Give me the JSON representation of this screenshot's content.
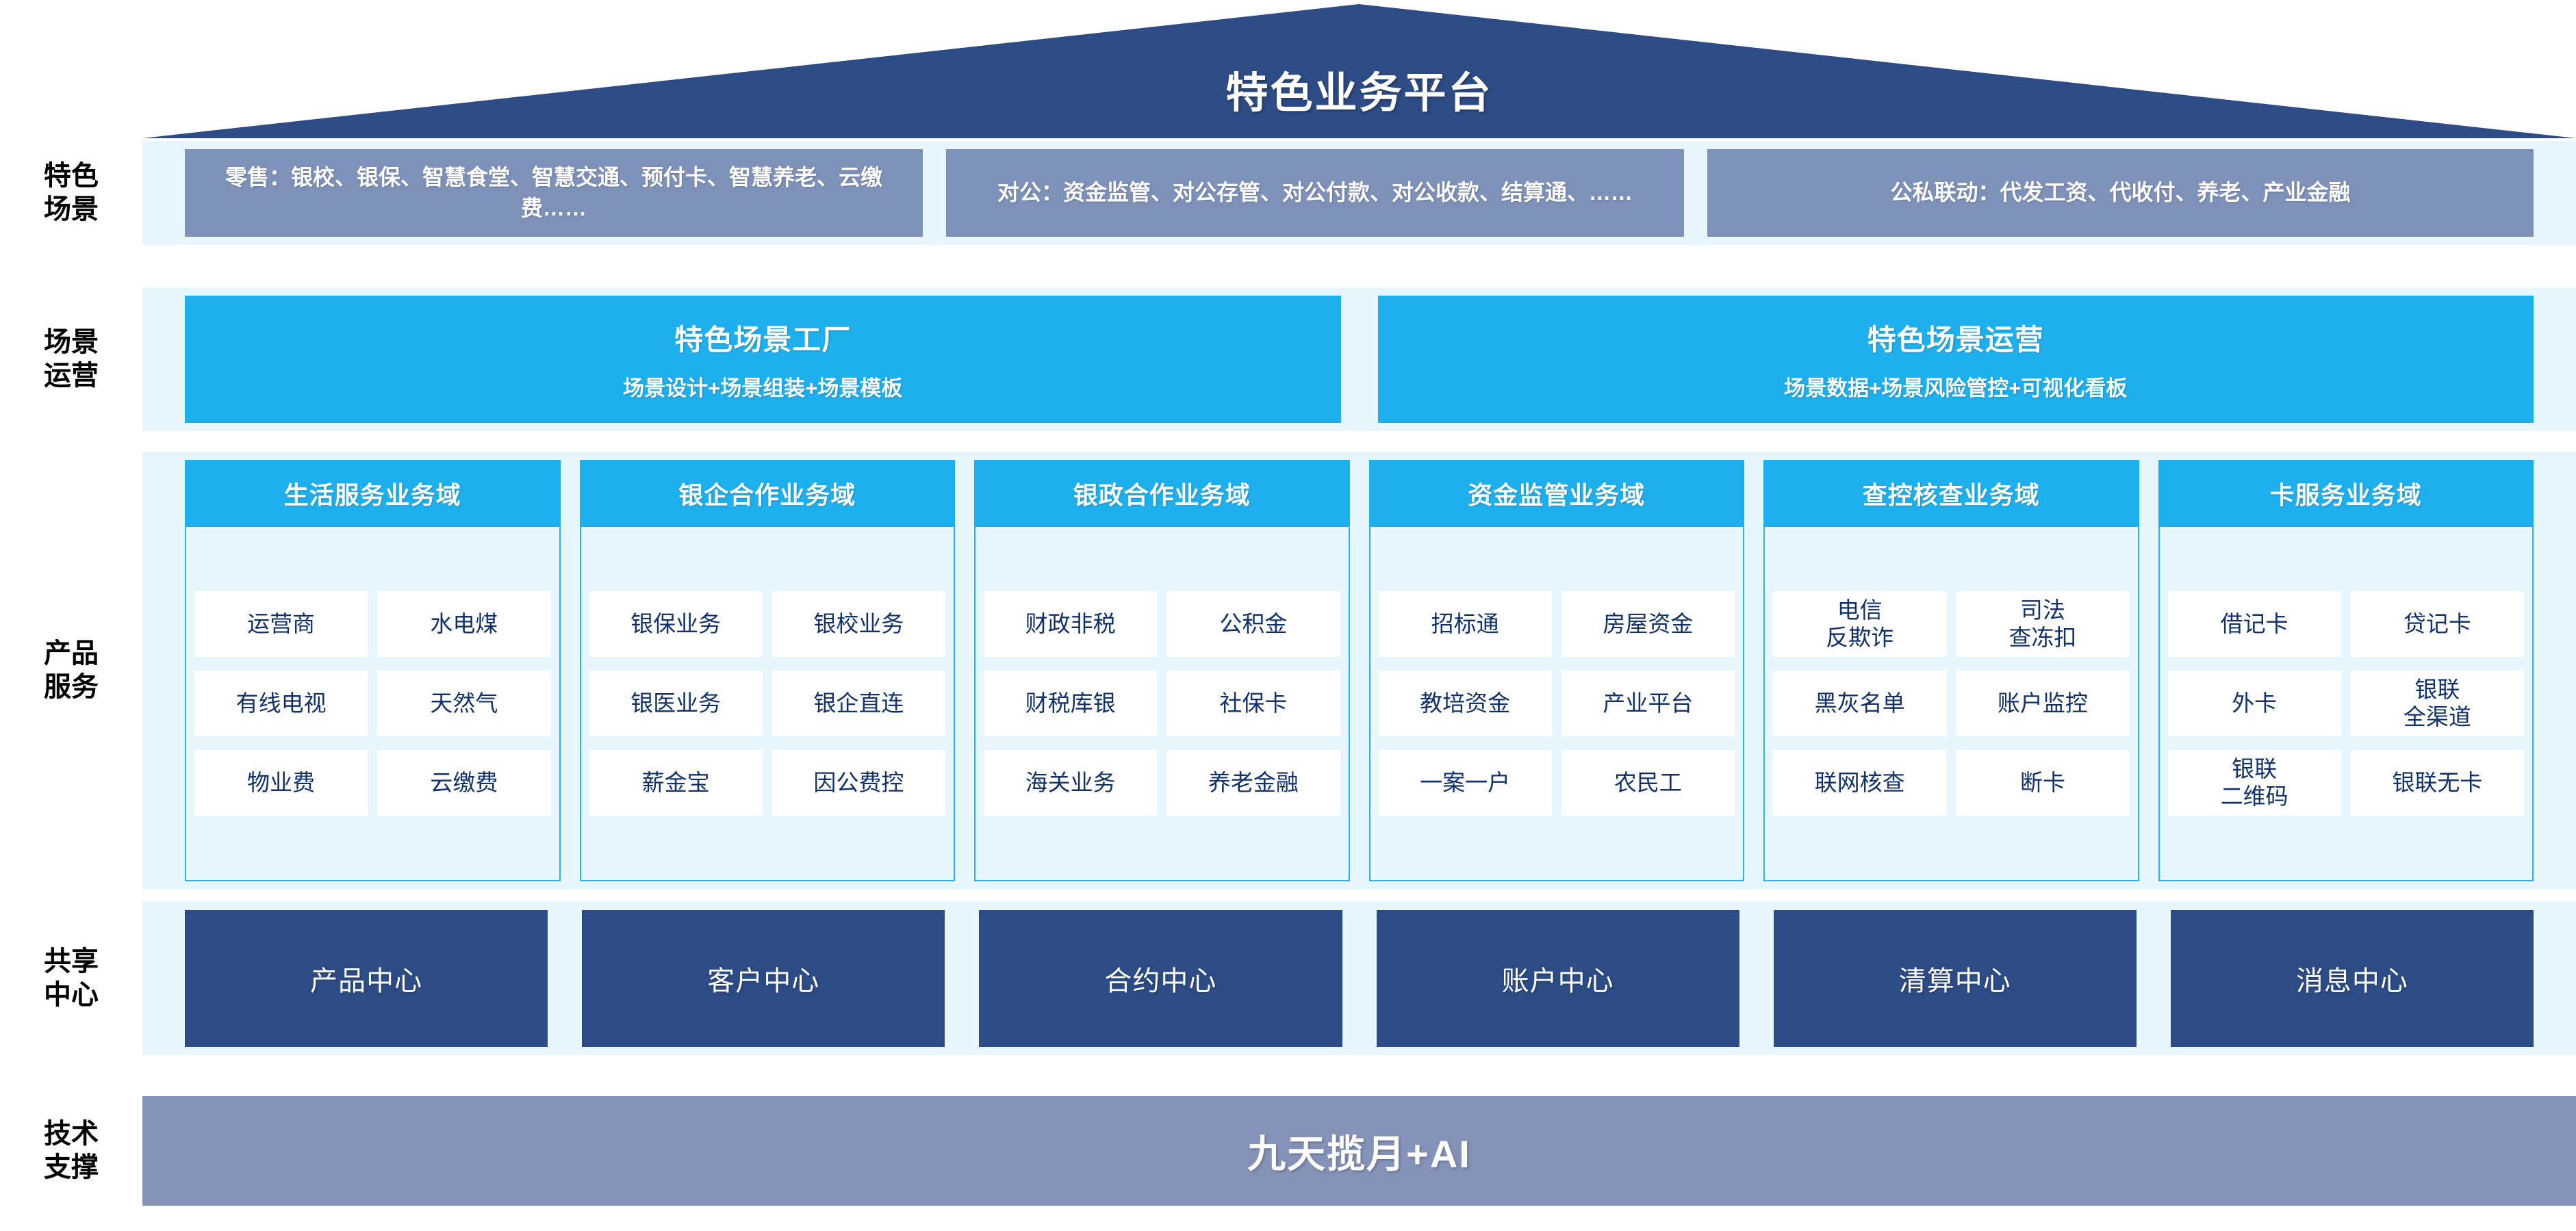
{
  "title": "特色业务平台",
  "rows": {
    "scene": {
      "label_line1": "特色",
      "label_line2": "场景",
      "boxes": [
        "零售：银校、银保、智慧食堂、智慧交通、预付卡、智慧养老、云缴费……",
        "对公：资金监管、对公存管、对公付款、对公收款、结算通、……",
        "公私联动：代发工资、代收付、养老、产业金融"
      ]
    },
    "ops": {
      "label_line1": "场景",
      "label_line2": "运营",
      "boxes": [
        {
          "title": "特色场景工厂",
          "sub": "场景设计+场景组装+场景模板"
        },
        {
          "title": "特色场景运营",
          "sub": "场景数据+场景风险管控+可视化看板"
        }
      ]
    },
    "product": {
      "label_line1": "产品",
      "label_line2": "服务",
      "domains": [
        {
          "header": "生活服务业务域",
          "cells": [
            [
              "运营商",
              "水电煤"
            ],
            [
              "有线电视",
              "天然气"
            ],
            [
              "物业费",
              "云缴费"
            ]
          ]
        },
        {
          "header": "银企合作业务域",
          "cells": [
            [
              "银保业务",
              "银校业务"
            ],
            [
              "银医业务",
              "银企直连"
            ],
            [
              "薪金宝",
              "因公费控"
            ]
          ]
        },
        {
          "header": "银政合作业务域",
          "cells": [
            [
              "财政非税",
              "公积金"
            ],
            [
              "财税库银",
              "社保卡"
            ],
            [
              "海关业务",
              "养老金融"
            ]
          ]
        },
        {
          "header": "资金监管业务域",
          "cells": [
            [
              "招标通",
              "房屋资金"
            ],
            [
              "教培资金",
              "产业平台"
            ],
            [
              "一案一户",
              "农民工"
            ]
          ]
        },
        {
          "header": "查控核查业务域",
          "cells": [
            [
              "电信\n反欺诈",
              "司法\n查冻扣"
            ],
            [
              "黑灰名单",
              "账户监控"
            ],
            [
              "联网核查",
              "断卡"
            ]
          ]
        },
        {
          "header": "卡服务业务域",
          "cells": [
            [
              "借记卡",
              "贷记卡"
            ],
            [
              "外卡",
              "银联\n全渠道"
            ],
            [
              "银联\n二维码",
              "银联无卡"
            ]
          ]
        }
      ]
    },
    "shared": {
      "label_line1": "共享",
      "label_line2": "中心",
      "boxes": [
        "产品中心",
        "客户中心",
        "合约中心",
        "账户中心",
        "清算中心",
        "消息中心"
      ]
    },
    "tech": {
      "label_line1": "技术",
      "label_line2": "支撑",
      "title": "九天揽月+AI"
    }
  },
  "colors": {
    "roof": "#2d4b85",
    "band_bg": "#e8f6fd",
    "scene_box": "#7e91b8",
    "cyan": "#1eafed",
    "navy": "#2d4b85",
    "tech_bar": "#8492b8",
    "cell_text": "#10316b"
  }
}
